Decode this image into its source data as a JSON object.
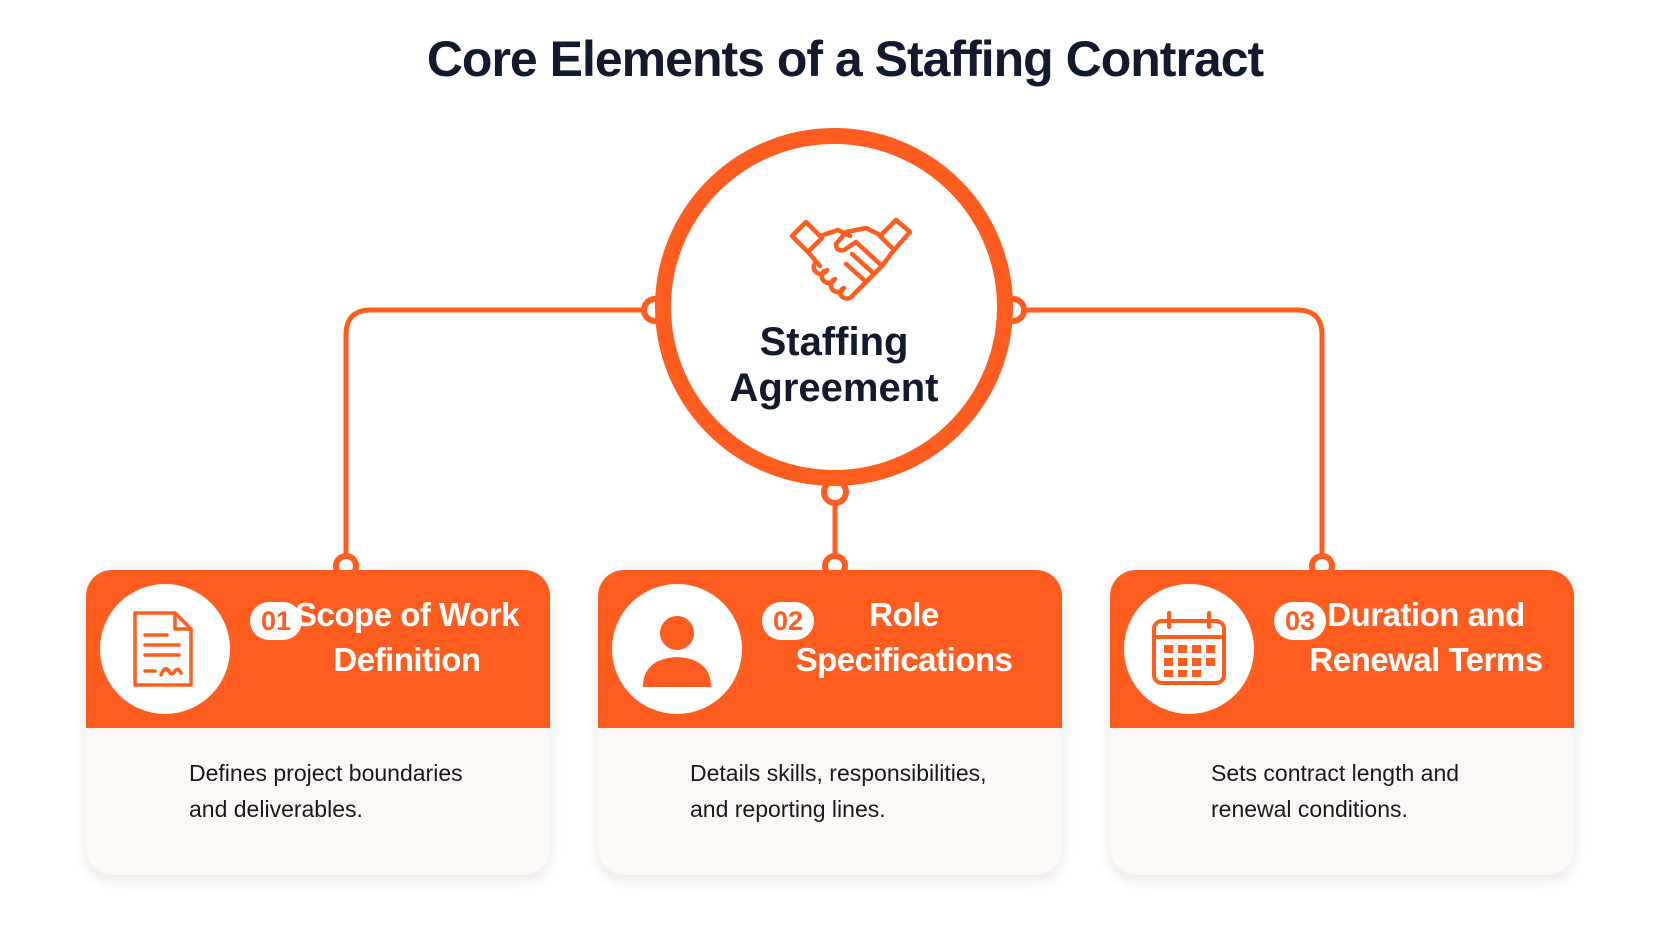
{
  "title": "Core Elements of a Staffing Contract",
  "hub": {
    "label": "Staffing\nAgreement",
    "icon": "handshake-icon"
  },
  "colors": {
    "accent": "#ff5c1f",
    "heading": "#121a2e",
    "card_body": "#fbf8f6"
  },
  "cards": [
    {
      "number": "01",
      "title": "Scope of Work\nDefinition",
      "description": "Defines project boundaries\nand deliverables.",
      "icon": "signed-document-icon"
    },
    {
      "number": "02",
      "title": "Role\nSpecifications",
      "description": "Details skills, responsibilities,\nand reporting lines.",
      "icon": "person-icon"
    },
    {
      "number": "03",
      "title": "Duration and\nRenewal Terms",
      "description": "Sets contract length and\nrenewal conditions.",
      "icon": "calendar-icon"
    }
  ]
}
